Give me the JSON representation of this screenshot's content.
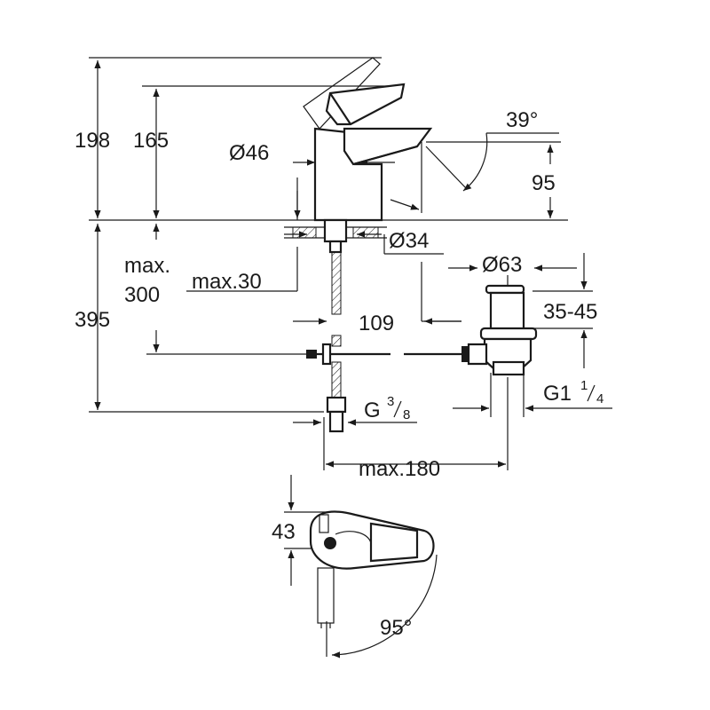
{
  "dimensions": {
    "overall_height": "198",
    "spout_height": "165",
    "body_diameter": "Ø46",
    "lever_angle": "39°",
    "spout_rise": "95",
    "hole_diameter": "Ø34",
    "waste_diameter": "Ø63",
    "deck_thickness_a": "max.",
    "deck_thickness_b": "300",
    "counter_thickness": "max.30",
    "connection_offset": "109",
    "below_deck": "395",
    "waste_height": "35-45",
    "inlet_thread_base": "G",
    "inlet_thread_num": "3",
    "inlet_thread_den": "8",
    "waste_thread_base": "G1",
    "waste_thread_num": "1",
    "waste_thread_den": "4",
    "waste_offset": "max.180",
    "lever_top_height": "43",
    "rotation_angle": "95°"
  }
}
